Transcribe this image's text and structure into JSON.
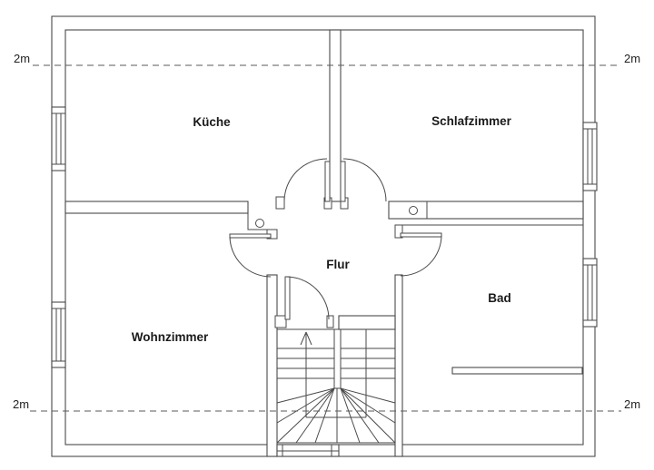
{
  "rooms": [
    {
      "id": "kueche",
      "label": "Küche"
    },
    {
      "id": "schlafzimmer",
      "label": "Schlafzimmer"
    },
    {
      "id": "flur",
      "label": "Flur"
    },
    {
      "id": "wohnzimmer",
      "label": "Wohnzimmer"
    },
    {
      "id": "bad",
      "label": "Bad"
    }
  ],
  "dimensions": {
    "top_left": "2m",
    "top_right": "2m",
    "bottom_left": "2m",
    "bottom_right": "2m"
  },
  "colors": {
    "background": "#ffffff",
    "wall_line": "#4a4a4a",
    "dashed_line": "#5a5a5a",
    "text": "#1a1a1a"
  }
}
